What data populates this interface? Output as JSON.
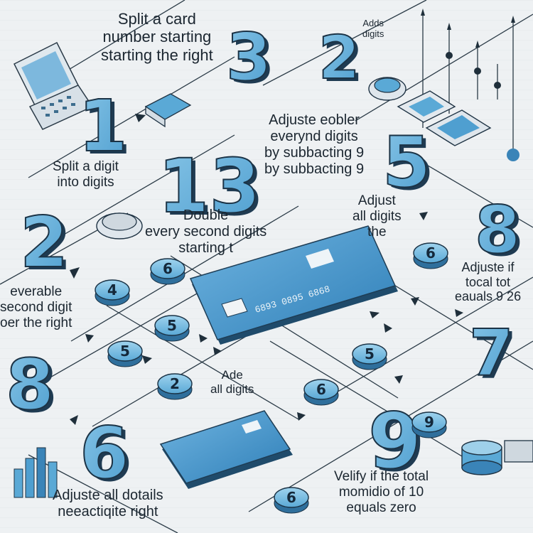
{
  "labels": {
    "split_card": [
      "Split a card",
      "number starting",
      "starting the right"
    ],
    "adds_digits": [
      "Adds",
      "digits"
    ],
    "adjust_subtract": [
      "Adjuste eobler",
      "everynd digits",
      "by subbacting 9",
      "by subbacting 9"
    ],
    "split_digit": [
      "Split a digit",
      "into digits"
    ],
    "double_second": [
      "Double",
      "every second digits",
      "starting t"
    ],
    "adjust_all": [
      "Adjust",
      "all   digits",
      "the"
    ],
    "adjust_if": [
      "Adjuste if",
      "tocal tot",
      "eauals 9 26"
    ],
    "every_second": [
      "everable",
      "second digit",
      "oer the right"
    ],
    "add_all": [
      "Ade",
      "all digits"
    ],
    "verify": [
      "Velify if the total",
      "momidio of 10",
      "equals zero"
    ],
    "adjuste_details": [
      "Adjuste all dotails",
      "neeactiqite right"
    ]
  },
  "numerals": {
    "n3": "3",
    "n2_top": "2",
    "n1": "1",
    "n13": "13",
    "n5": "5",
    "n2_left": "2",
    "n8_right": "8",
    "n8_left": "8",
    "n6": "6",
    "n9": "9",
    "n7": "7"
  },
  "tokens": [
    "4",
    "5",
    "5",
    "2",
    "6",
    "6",
    "5",
    "6",
    "9",
    "6"
  ],
  "card_number": "6893 0895 6868",
  "colors": {
    "accent": "#5aa9d6",
    "dark": "#1f3b52",
    "card": "#3d8fc8"
  }
}
